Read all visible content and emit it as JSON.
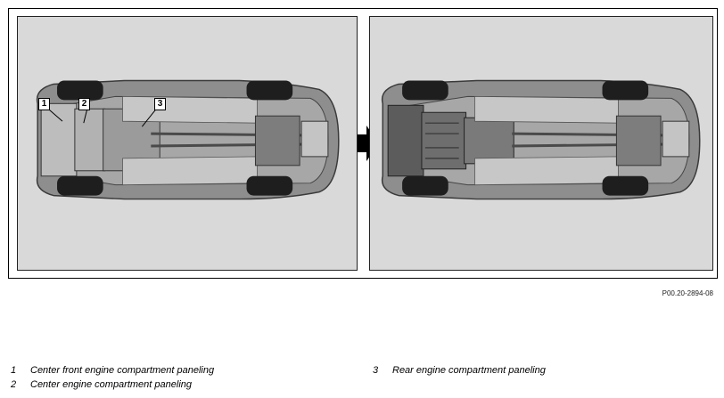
{
  "callouts": {
    "c1": "1",
    "c2": "2",
    "c3": "3"
  },
  "figure_code": "P00.20-2894-08",
  "legend": [
    {
      "number": "1",
      "text": "Center front engine compartment paneling"
    },
    {
      "number": "2",
      "text": "Center engine compartment paneling"
    },
    {
      "number": "3",
      "text": "Rear engine compartment paneling"
    }
  ]
}
